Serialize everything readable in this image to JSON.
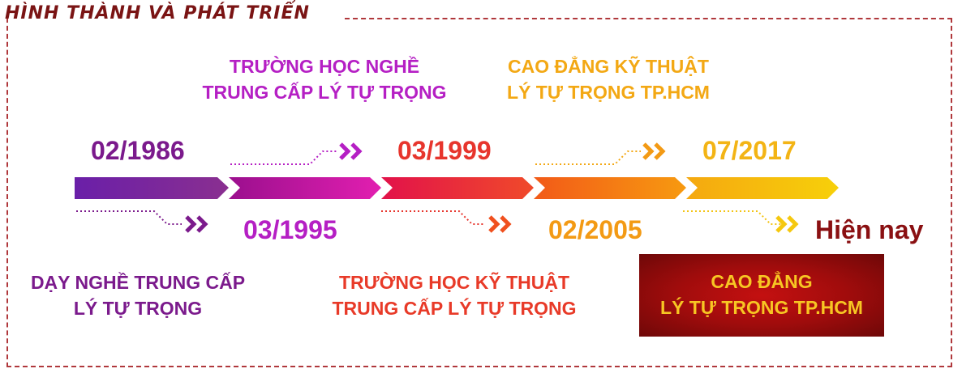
{
  "header": {
    "title": "HÌNH THÀNH VÀ PHÁT TRIỂN"
  },
  "timeline": [
    {
      "date": "02/1986",
      "name_line1": "DẠY NGHỀ TRUNG CẤP",
      "name_line2": "LÝ TỰ TRỌNG",
      "color": "#7b1a8c"
    },
    {
      "date": "03/1995",
      "name_line1": "TRƯỜNG HỌC NGHỀ",
      "name_line2": "TRUNG CẤP LÝ TỰ TRỌNG",
      "color": "#b51fc4"
    },
    {
      "date": "03/1999",
      "name_line1": "TRƯỜNG HỌC KỸ THUẬT",
      "name_line2": "TRUNG CẤP LÝ TỰ TRỌNG",
      "color": "#e7352d"
    },
    {
      "date": "02/2005",
      "name_line1": "CAO ĐẲNG KỸ THUẬT",
      "name_line2": "LÝ TỰ TRỌNG TP.HCM",
      "color": "#f39a14"
    },
    {
      "date": "07/2017",
      "name_line1": "CAO ĐẲNG",
      "name_line2": "LÝ TỰ TRỌNG TP.HCM",
      "color": "#f3b415"
    }
  ],
  "now_label": "Hiện nay",
  "colors": {
    "frame": "#b0383c",
    "highlight_bg": "#a00c0c",
    "highlight_text": "#f7c623",
    "now_text": "#8a1012"
  }
}
